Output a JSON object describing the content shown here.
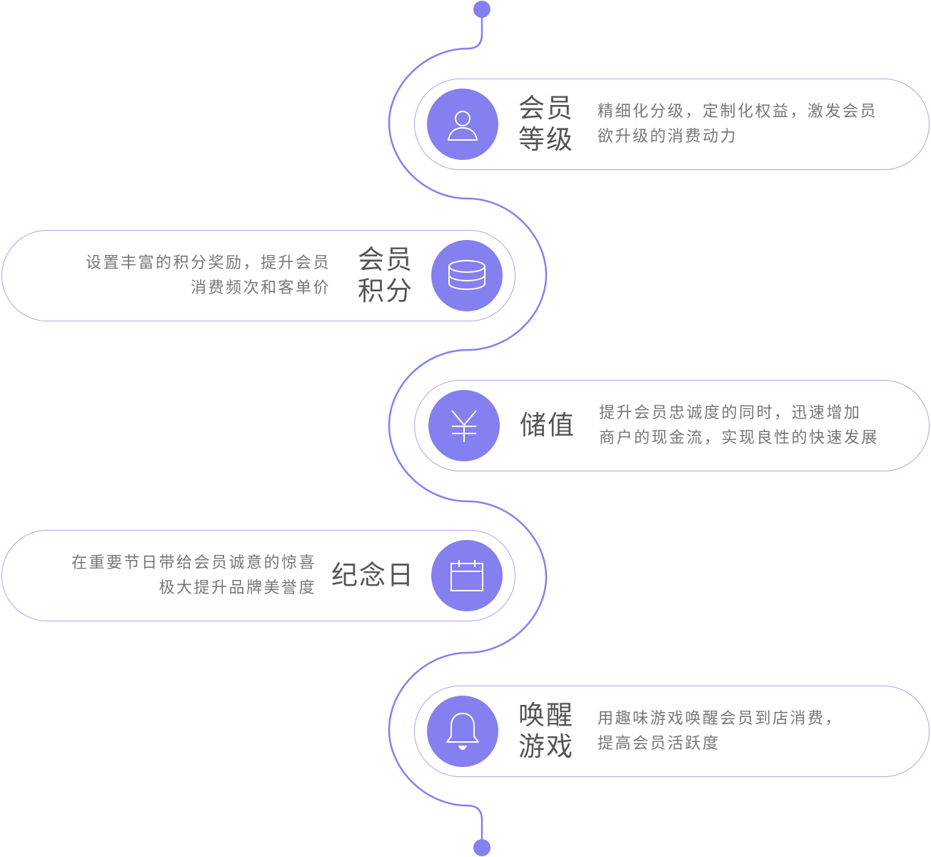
{
  "colors": {
    "accent": "#8580ef",
    "line": "#8580ef",
    "card_border": "#a9a3f0",
    "title_text": "#555555",
    "desc_text": "#777777"
  },
  "features": [
    {
      "title_line1": "会员",
      "title_line2": "等级",
      "desc_line1": "精细化分级，定制化权益，激发会员",
      "desc_line2": "欲升级的消费动力",
      "icon": "user-icon",
      "side": "right"
    },
    {
      "title_line1": "会员",
      "title_line2": "积分",
      "desc_line1": "设置丰富的积分奖励，提升会员",
      "desc_line2": "消费频次和客单价",
      "icon": "coins-stack-icon",
      "side": "left"
    },
    {
      "title_line1": "储值",
      "title_line2": "",
      "desc_line1": "提升会员忠诚度的同时，迅速增加",
      "desc_line2": "商户的现金流，实现良性的快速发展",
      "icon": "yuan-icon",
      "side": "right"
    },
    {
      "title_line1": "纪念日",
      "title_line2": "",
      "desc_line1": "在重要节日带给会员诚意的惊喜",
      "desc_line2": "极大提升品牌美誉度",
      "icon": "calendar-icon",
      "side": "left"
    },
    {
      "title_line1": "唤醒",
      "title_line2": "游戏",
      "desc_line1": "用趣味游戏唤醒会员到店消费，",
      "desc_line2": "提高会员活跃度",
      "icon": "bell-icon",
      "side": "right"
    }
  ]
}
